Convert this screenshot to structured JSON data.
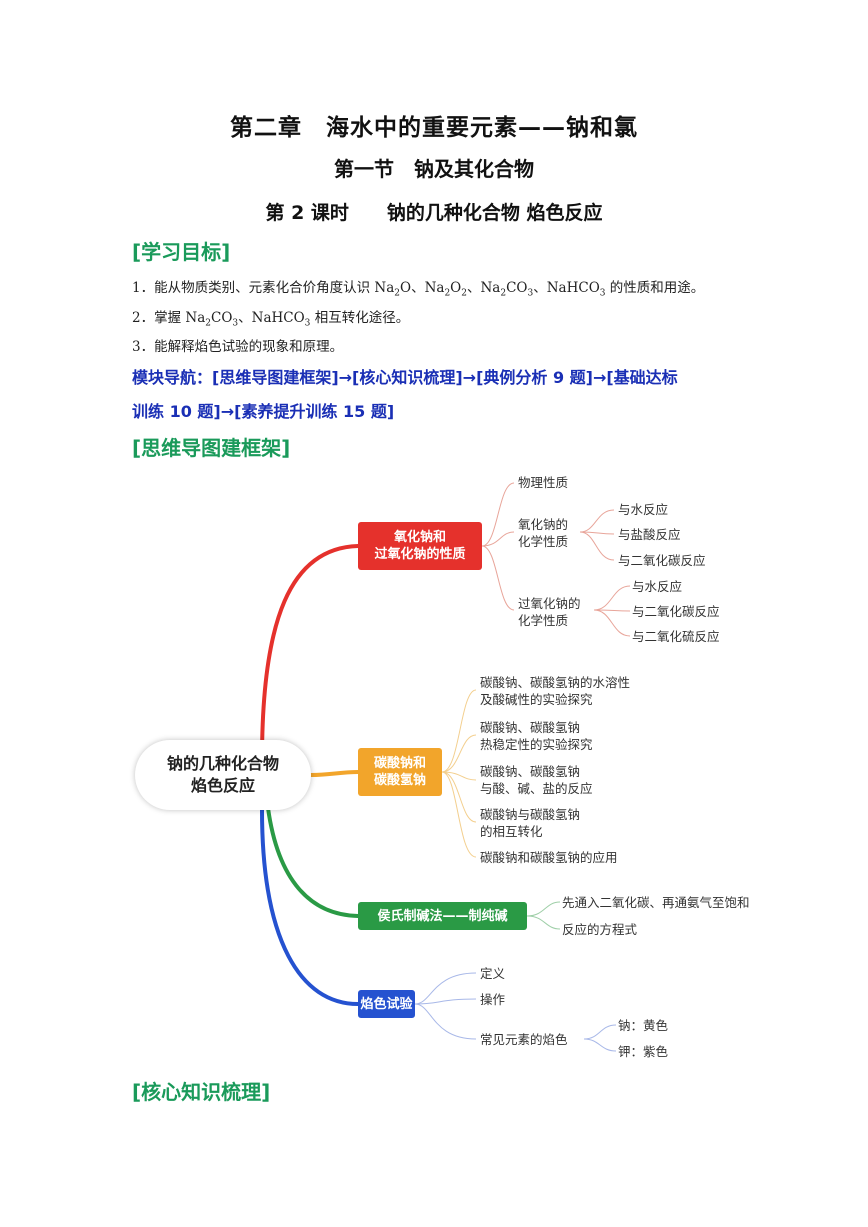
{
  "header": {
    "chapter": "第二章　海水中的重要元素——钠和氯",
    "section": "第一节　钠及其化合物",
    "lesson": "第 2 课时　　钠的几种化合物  焰色反应"
  },
  "goals": {
    "heading": "[学习目标]",
    "items": [
      {
        "num": "1．",
        "pre": "能从物质类别、元素化合价角度认识 ",
        "post": " 的性质和用途。"
      },
      {
        "num": "2．",
        "pre": "掌握 ",
        "post": " 相互转化途径。"
      },
      {
        "num": "3．",
        "text": "能解释焰色试验的现象和原理。"
      }
    ]
  },
  "nav": {
    "line1": "模块导航：[思维导图建框架]→[核心知识梳理]→[典例分析 9 题]→[基础达标",
    "line2": "训练 10 题]→[素养提升训练 15 题]"
  },
  "mindmap_heading": "[思维导图建框架]",
  "core_heading": "[核心知识梳理]",
  "mindmap": {
    "root": [
      "钠的几种化合物",
      "焰色反应"
    ],
    "colors": {
      "red": "#e5312c",
      "orange": "#f2a52b",
      "green": "#2a9a45",
      "blue": "#2552d0"
    },
    "b1": {
      "label": [
        "氧化钠和",
        "过氧化钠的性质"
      ],
      "leaf_phys": "物理性质",
      "na2o": [
        "氧化钠的",
        "化学性质"
      ],
      "na2o_items": [
        "与水反应",
        "与盐酸反应",
        "与二氧化碳反应"
      ],
      "na2o2": [
        "过氧化钠的",
        "化学性质"
      ],
      "na2o2_items": [
        "与水反应",
        "与二氧化碳反应",
        "与二氧化硫反应"
      ]
    },
    "b2": {
      "label": [
        "碳酸钠和",
        "碳酸氢钠"
      ],
      "items": [
        [
          "碳酸钠、碳酸氢钠的水溶性",
          "及酸碱性的实验探究"
        ],
        [
          "碳酸钠、碳酸氢钠",
          "热稳定性的实验探究"
        ],
        [
          "碳酸钠、碳酸氢钠",
          "与酸、碱、盐的反应"
        ],
        [
          "碳酸钠与碳酸氢钠",
          "的相互转化"
        ],
        [
          "碳酸钠和碳酸氢钠的应用"
        ]
      ]
    },
    "b3": {
      "label": "侯氏制碱法——制纯碱",
      "items": [
        "先通入二氧化碳、再通氨气至饱和",
        "反应的方程式"
      ]
    },
    "b4": {
      "label": "焰色试验",
      "items": [
        "定义",
        "操作",
        "常见元素的焰色"
      ],
      "colors": [
        "钠：黄色",
        "钾：紫色"
      ]
    }
  }
}
